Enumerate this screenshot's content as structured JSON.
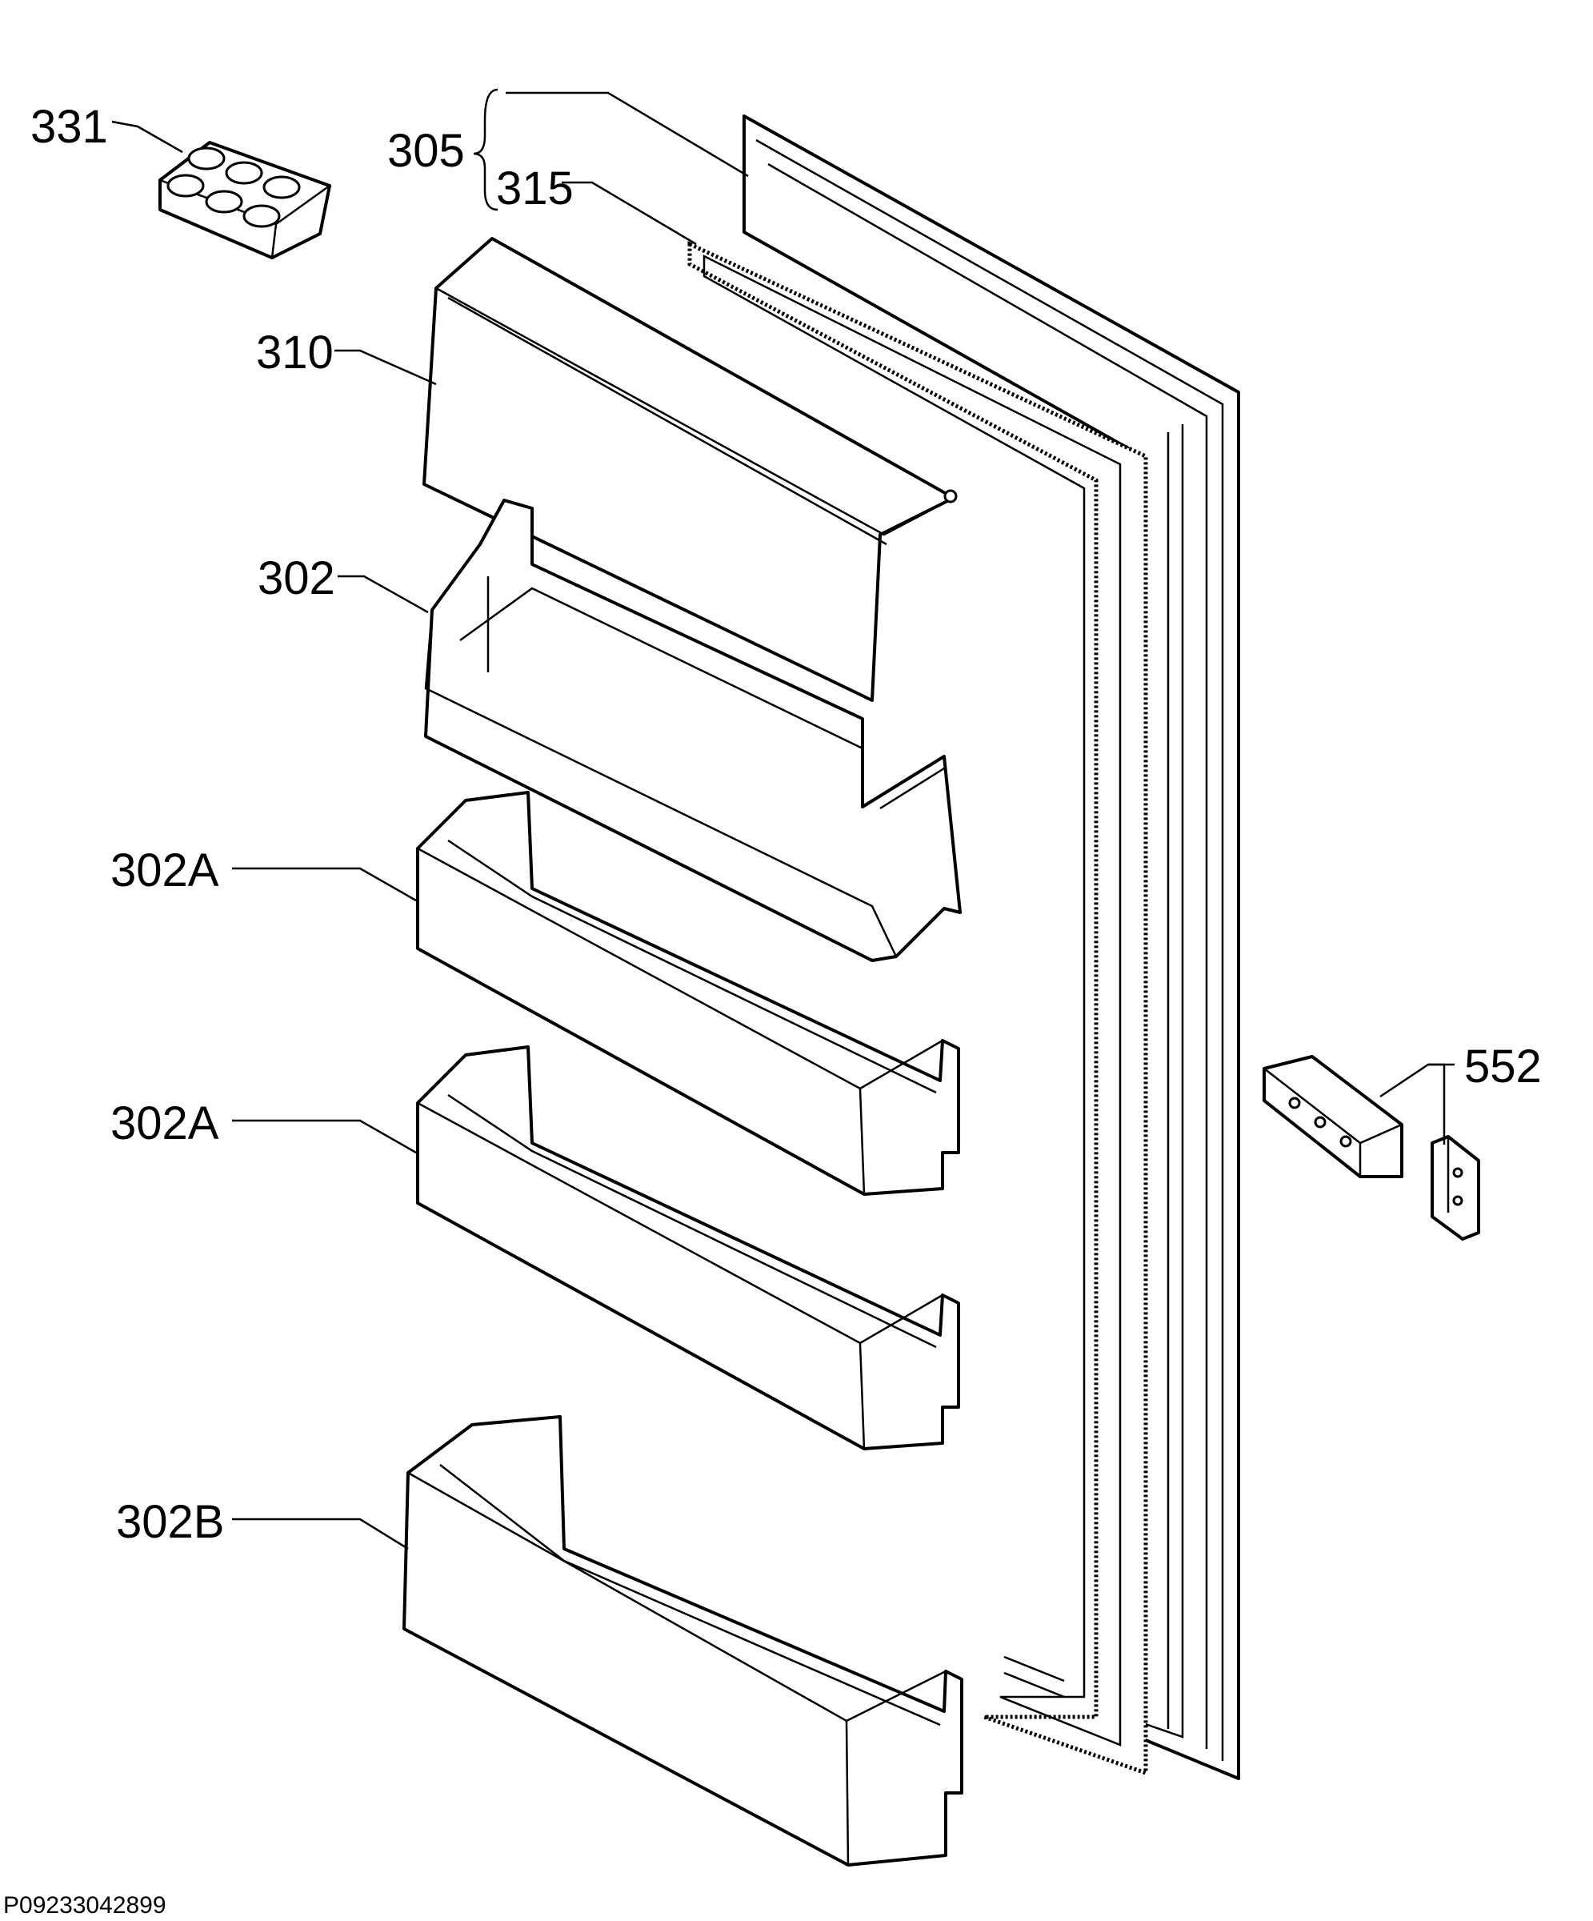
{
  "labels": {
    "egg_tray": "331",
    "door_assembly": "305",
    "gasket": "315",
    "flap": "310",
    "shelf_top": "302",
    "shelf_mid_1": "302A",
    "shelf_mid_2": "302A",
    "shelf_bottom": "302B",
    "hinge": "552"
  },
  "doc_id": "P09233042899"
}
